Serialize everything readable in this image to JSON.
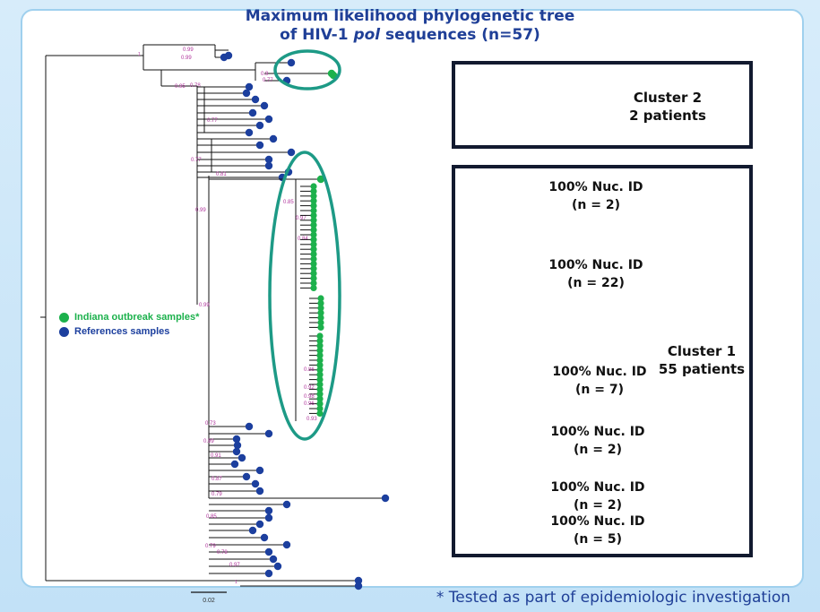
{
  "title": {
    "line1": "Maximum likelihood phylogenetic tree",
    "line2_prefix": "of HIV-1 ",
    "line2_italic": "pol",
    "line2_suffix": " sequences (n=57)"
  },
  "legend": {
    "outbreak_label": "Indiana outbreak samples*",
    "reference_label": "References samples"
  },
  "colors": {
    "outbreak": "#1cb14c",
    "reference": "#1c3f9e",
    "bootstrap": "#b0349c",
    "highlight": "#1d9a86",
    "box_border": "#121a2f",
    "bracket": "#1f3f97"
  },
  "scale_bar": {
    "label": "0.02"
  },
  "cluster2": {
    "title": "Cluster 2",
    "subtitle": "2 patients",
    "support": [
      "1",
      "0.9",
      "0.77",
      "1"
    ]
  },
  "cluster1": {
    "title": "Cluster 1",
    "subtitle": "55 patients",
    "groups": [
      {
        "line1": "100% Nuc. ID",
        "line2": "(n = 2)"
      },
      {
        "line1": "100% Nuc. ID",
        "line2": "(n = 22)"
      },
      {
        "line1": "100% Nuc. ID",
        "line2": "(n = 7)"
      },
      {
        "line1": "100% Nuc. ID",
        "line2": "(n = 2)"
      },
      {
        "line1": "100% Nuc. ID",
        "line2": "(n = 2)"
      },
      {
        "line1": "100% Nuc. ID",
        "line2": "(n = 5)"
      }
    ],
    "support": [
      "1",
      "0.85",
      "0.97",
      "0.84",
      "0.86",
      "1",
      "0.98",
      "0.92",
      "0.98",
      "0.96",
      "1",
      "0.93"
    ]
  },
  "main_tree_support": [
    "1",
    "0.99",
    "0.99",
    "0.99",
    "0.77",
    "0.99",
    "0.85",
    "0.97",
    "0.84",
    "0.92",
    "0.98",
    "0.96",
    "0.93",
    "0.78",
    "0.79"
  ],
  "footnote": "* Tested as part of epidemiologic investigation"
}
